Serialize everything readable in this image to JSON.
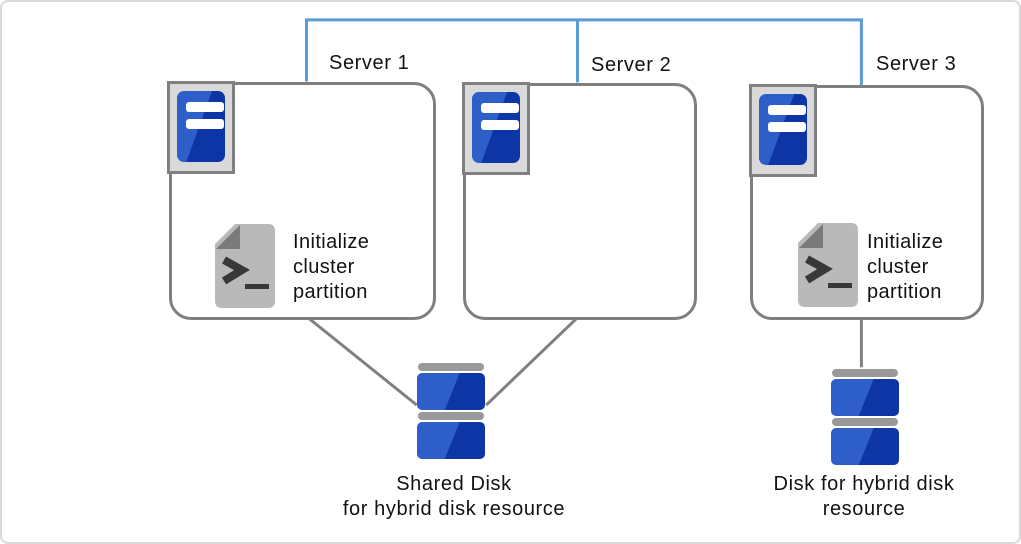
{
  "diagram": {
    "servers": [
      {
        "label": "Server 1",
        "script_caption": "Initialize cluster partition",
        "has_script": true
      },
      {
        "label": "Server 2",
        "has_script": false
      },
      {
        "label": "Server 3",
        "script_caption": "Initialize cluster partition",
        "has_script": true
      }
    ],
    "disks": [
      {
        "label_line1": "Shared Disk",
        "label_line2": "for hybrid disk resource"
      },
      {
        "label_line1": "Disk for hybrid disk",
        "label_line2": "resource"
      }
    ]
  },
  "colors": {
    "network_line_blue": "#5B9BD5",
    "connector_gray": "#808080",
    "box_border_gray": "#7F7F7F",
    "icon_frame_bg": "#D9D9D9",
    "server_blue_light": "#2E5FC8",
    "server_blue_dark": "#0D35A5",
    "script_body_gray": "#B9B9B9",
    "script_fold_gray": "#7A7A7A",
    "disk_platter_gray": "#999999",
    "text": "#121212"
  }
}
